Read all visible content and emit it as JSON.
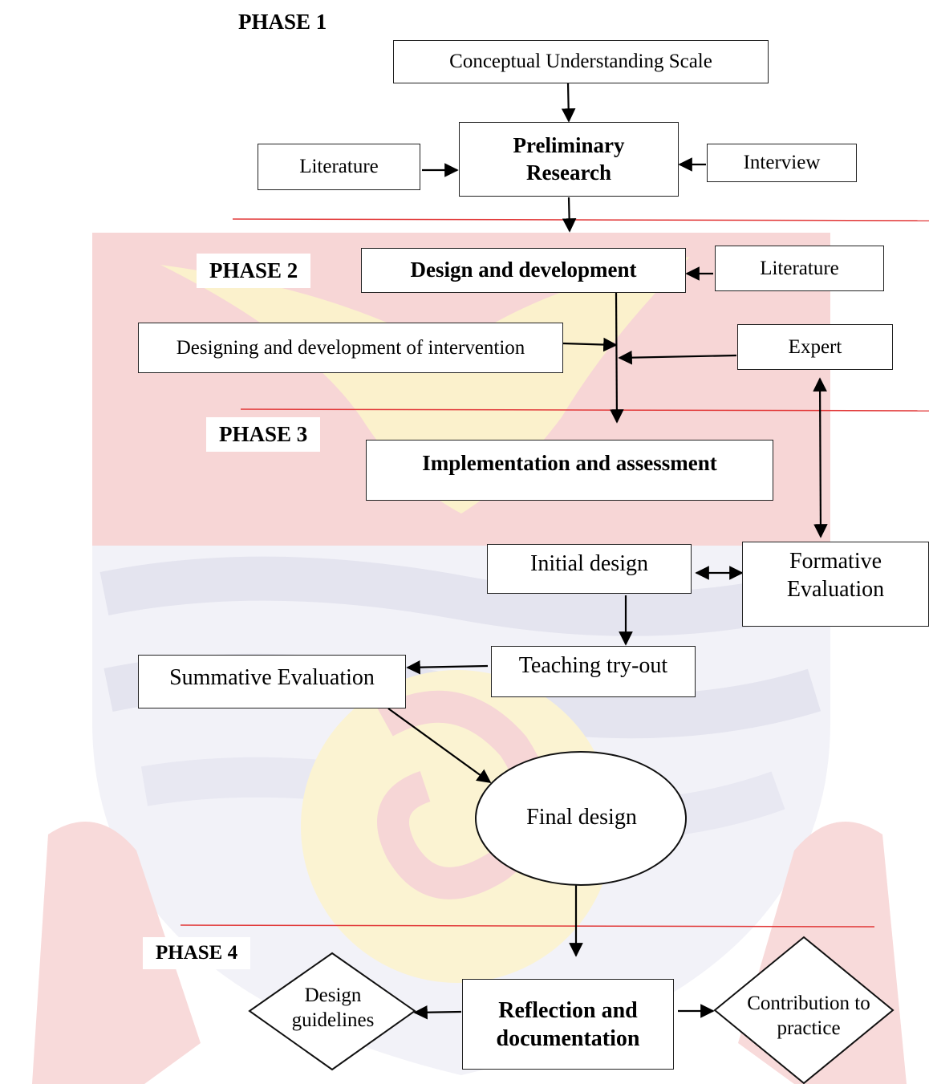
{
  "phases": {
    "p1": "PHASE 1",
    "p2": "PHASE 2",
    "p3": "PHASE 3",
    "p4": "PHASE 4"
  },
  "nodes": {
    "conceptual_scale": "Conceptual Understanding Scale",
    "preliminary_research": "Preliminary Research",
    "literature_1": "Literature",
    "interview": "Interview",
    "design_development": "Design and development",
    "literature_2": "Literature",
    "designing_intervention": "Designing and development of intervention",
    "expert": "Expert",
    "implementation_assessment": "Implementation and assessment",
    "initial_design": "Initial design",
    "formative_evaluation": "Formative Evaluation",
    "teaching_tryout": "Teaching try-out",
    "summative_evaluation": "Summative Evaluation",
    "final_design": "Final design",
    "reflection_documentation": "Reflection and documentation",
    "design_guidelines": "Design guidelines",
    "contribution_practice": "Contribution to practice"
  },
  "colors": {
    "watermark_red": "#f6d4d4",
    "watermark_yellow": "#fbf1cc",
    "watermark_blue": "#e6e6f2",
    "phase_divider": "#e23a3a"
  }
}
